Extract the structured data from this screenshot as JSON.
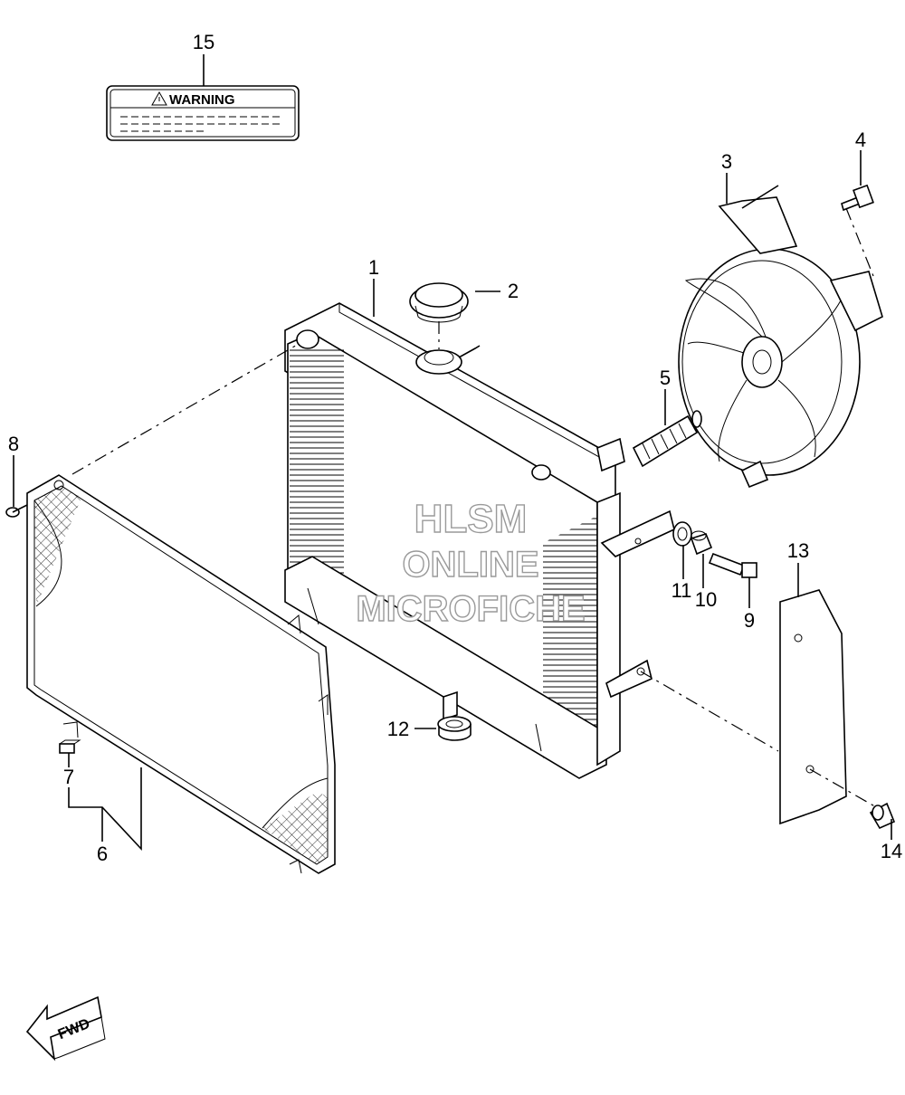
{
  "warning_label": {
    "title": "WARNING"
  },
  "watermark": {
    "line1": "HLSM",
    "line2": "ONLINE",
    "line3": "MICROFICHE"
  },
  "fwd_arrow": {
    "label": "FWD"
  },
  "callouts": {
    "c1": "1",
    "c2": "2",
    "c3": "3",
    "c4": "4",
    "c5": "5",
    "c6": "6",
    "c7": "7",
    "c8": "8",
    "c9": "9",
    "c10": "10",
    "c11": "11",
    "c12": "12",
    "c13": "13",
    "c14": "14",
    "c15": "15"
  },
  "icons": {
    "warning": "warning-triangle-icon",
    "fwd": "fwd-arrow-icon"
  }
}
